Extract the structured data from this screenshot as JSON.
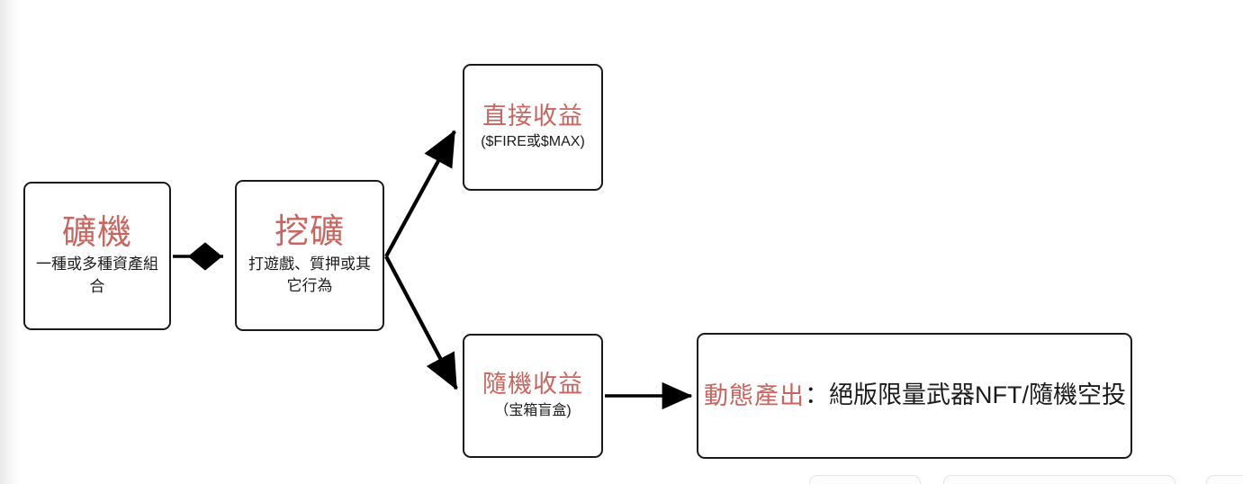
{
  "diagram": {
    "title_color": "#c9655e",
    "text_color": "#1c1c1c",
    "border_color": "#1a1a1a",
    "background": "#ffffff",
    "nodes": [
      {
        "id": "miner",
        "title": "礦機",
        "subtitle": "一種或多種資產組合"
      },
      {
        "id": "mining",
        "title": "挖礦",
        "subtitle": "打遊戲、質押或其它行為"
      },
      {
        "id": "direct",
        "title": "直接收益",
        "subtitle": "($FIRE或$MAX)"
      },
      {
        "id": "random",
        "title": "隨機收益",
        "subtitle": "（宝箱盲盒)"
      },
      {
        "id": "dynamic",
        "title": "動態產出",
        "subtitle": "：絕版限量武器NFT/隨機空投"
      }
    ],
    "connectors": [
      {
        "id": "miner-to-mining",
        "from": "miner",
        "to": "mining",
        "head": "diamond"
      },
      {
        "id": "mining-to-direct",
        "from": "mining",
        "to": "direct",
        "head": "arrow"
      },
      {
        "id": "mining-to-random",
        "from": "mining",
        "to": "random",
        "head": "arrow"
      },
      {
        "id": "random-to-dynamic",
        "from": "random",
        "to": "dynamic",
        "head": "arrow"
      }
    ]
  }
}
